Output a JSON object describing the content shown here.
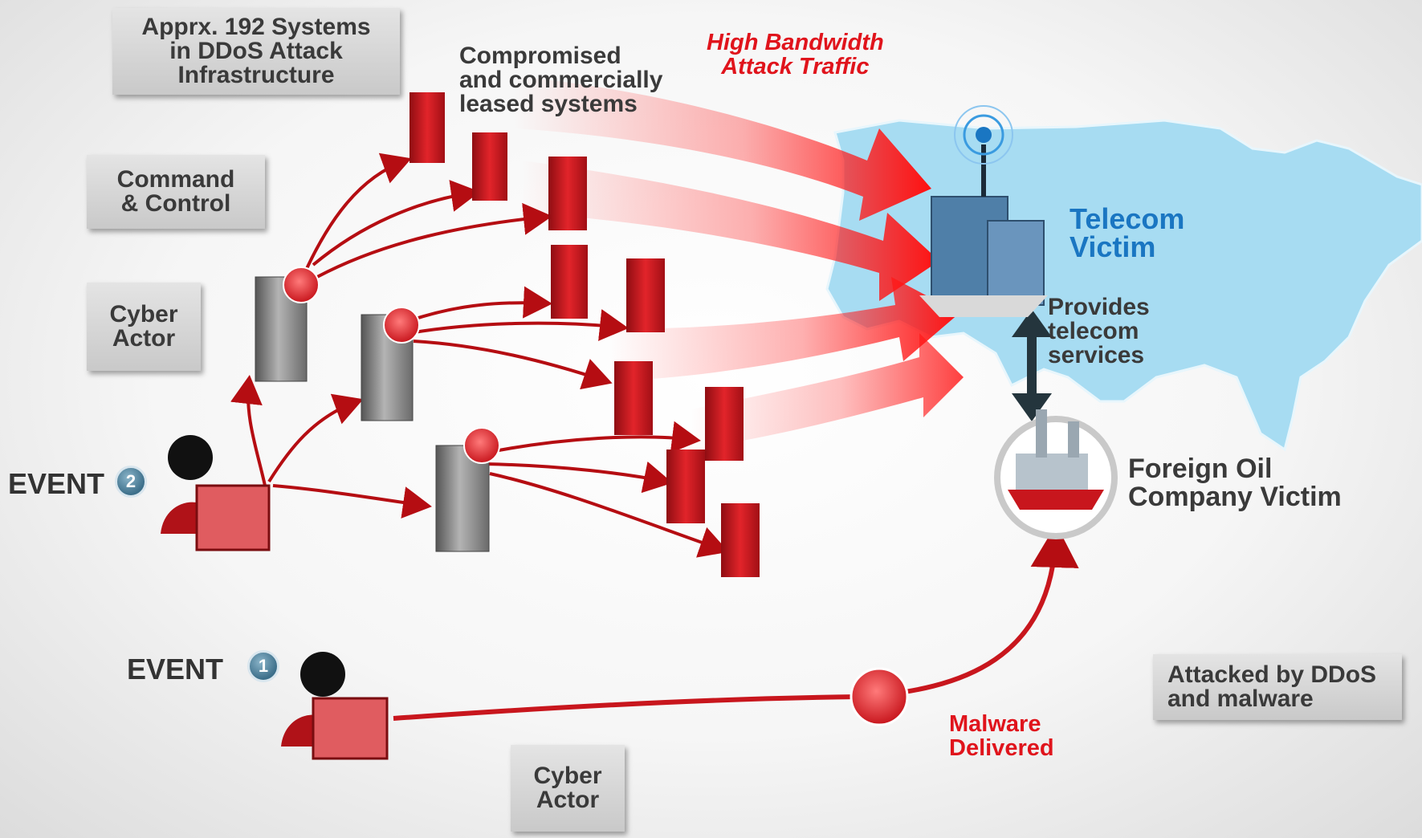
{
  "callouts": {
    "infrastructure": "Apprx. 192 Systems\nin DDoS Attack\nInfrastructure",
    "command_control": "Command\n& Control",
    "cyber_actor_top": "Cyber\nActor",
    "cyber_actor_bottom": "Cyber\nActor",
    "attacked_by": "Attacked by DDoS\nand malware"
  },
  "labels": {
    "compromised": "Compromised\nand commercially\nleased systems",
    "high_bandwidth": "High Bandwidth\nAttack Traffic",
    "telecom_victim": "Telecom\nVictim",
    "provides_telecom": "Provides\ntelecom\nservices",
    "foreign_oil": "Foreign Oil\nCompany Victim",
    "malware_delivered": "Malware\nDelivered"
  },
  "events": {
    "event2": {
      "text": "EVENT",
      "number": "2"
    },
    "event1": {
      "text": "EVENT",
      "number": "1"
    }
  },
  "colors": {
    "attack_red": "#e0141c",
    "arrow_dark_red": "#b50d12",
    "map_blue": "#a7dcf2",
    "telecom_blue": "#1a76c2",
    "server_red": "#c8161d",
    "server_gray": "#7a7a7a"
  },
  "icons": [
    "red-server-icon",
    "gray-server-icon",
    "malware-bug-icon",
    "hacker-icon",
    "telecom-building-icon",
    "oil-refinery-icon",
    "usa-map",
    "cell-tower-icon"
  ]
}
